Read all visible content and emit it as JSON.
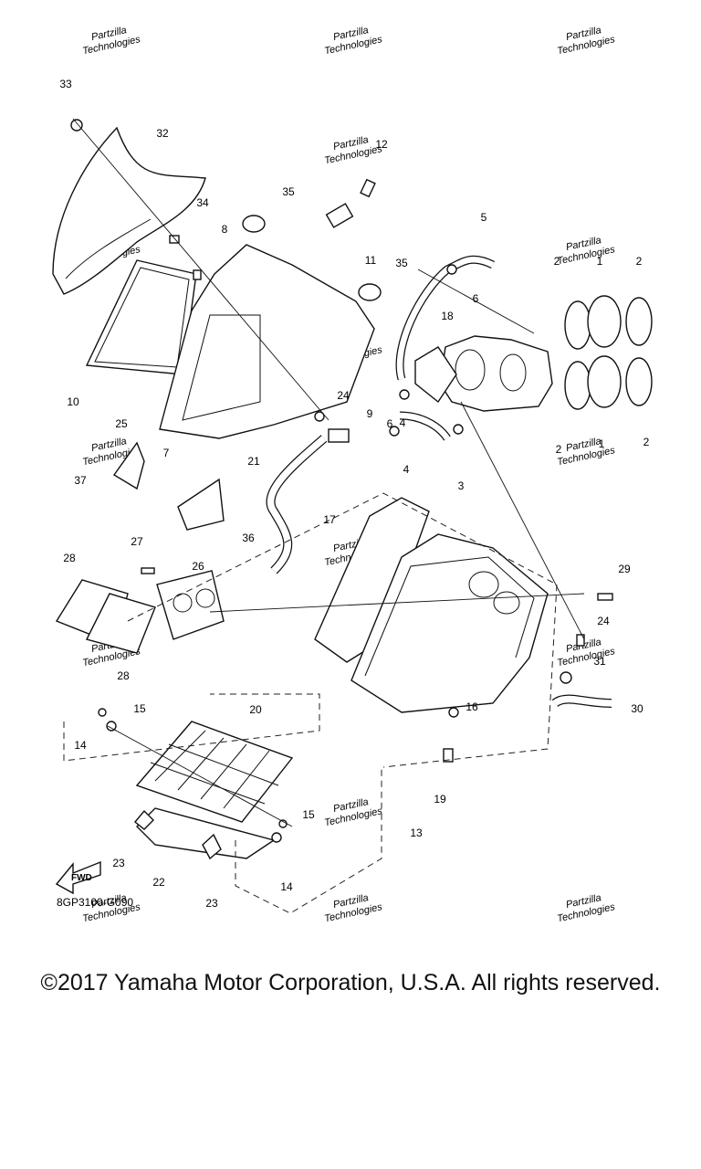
{
  "diagram": {
    "code": "8GP3100-G090",
    "fwd_label": "FWD",
    "callouts": [
      "33",
      "32",
      "34",
      "12",
      "35",
      "8",
      "11",
      "5",
      "35",
      "6",
      "2",
      "1",
      "2",
      "18",
      "10",
      "25",
      "7",
      "24",
      "9",
      "6",
      "4",
      "4",
      "2",
      "1",
      "2",
      "3",
      "37",
      "21",
      "36",
      "17",
      "27",
      "28",
      "26",
      "29",
      "24",
      "28",
      "31",
      "30",
      "15",
      "20",
      "16",
      "14",
      "19",
      "15",
      "23",
      "22",
      "13",
      "14",
      "23"
    ],
    "watermark": [
      "Partzilla",
      "Technologies"
    ]
  },
  "footer": {
    "copyright": "©2017 Yamaha Motor Corporation, U.S.A. All rights reserved."
  }
}
